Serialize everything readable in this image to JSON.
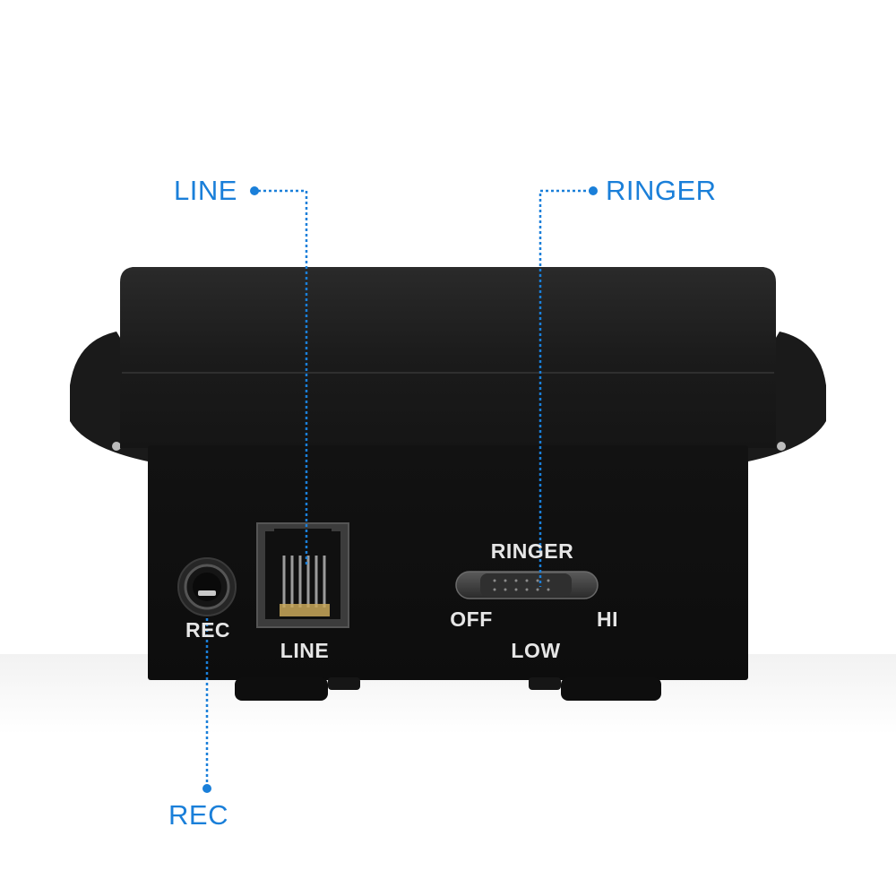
{
  "callouts": {
    "line": "LINE",
    "ringer": "RINGER",
    "rec": "REC"
  },
  "device_labels": {
    "rec_jack": "REC",
    "line_jack": "LINE",
    "ringer_title": "RINGER",
    "ringer_off": "OFF",
    "ringer_low": "LOW",
    "ringer_hi": "HI"
  },
  "colors": {
    "callout_blue": "#1a7fd9",
    "device_body": "#131313",
    "label_white": "#e6e6e6"
  }
}
